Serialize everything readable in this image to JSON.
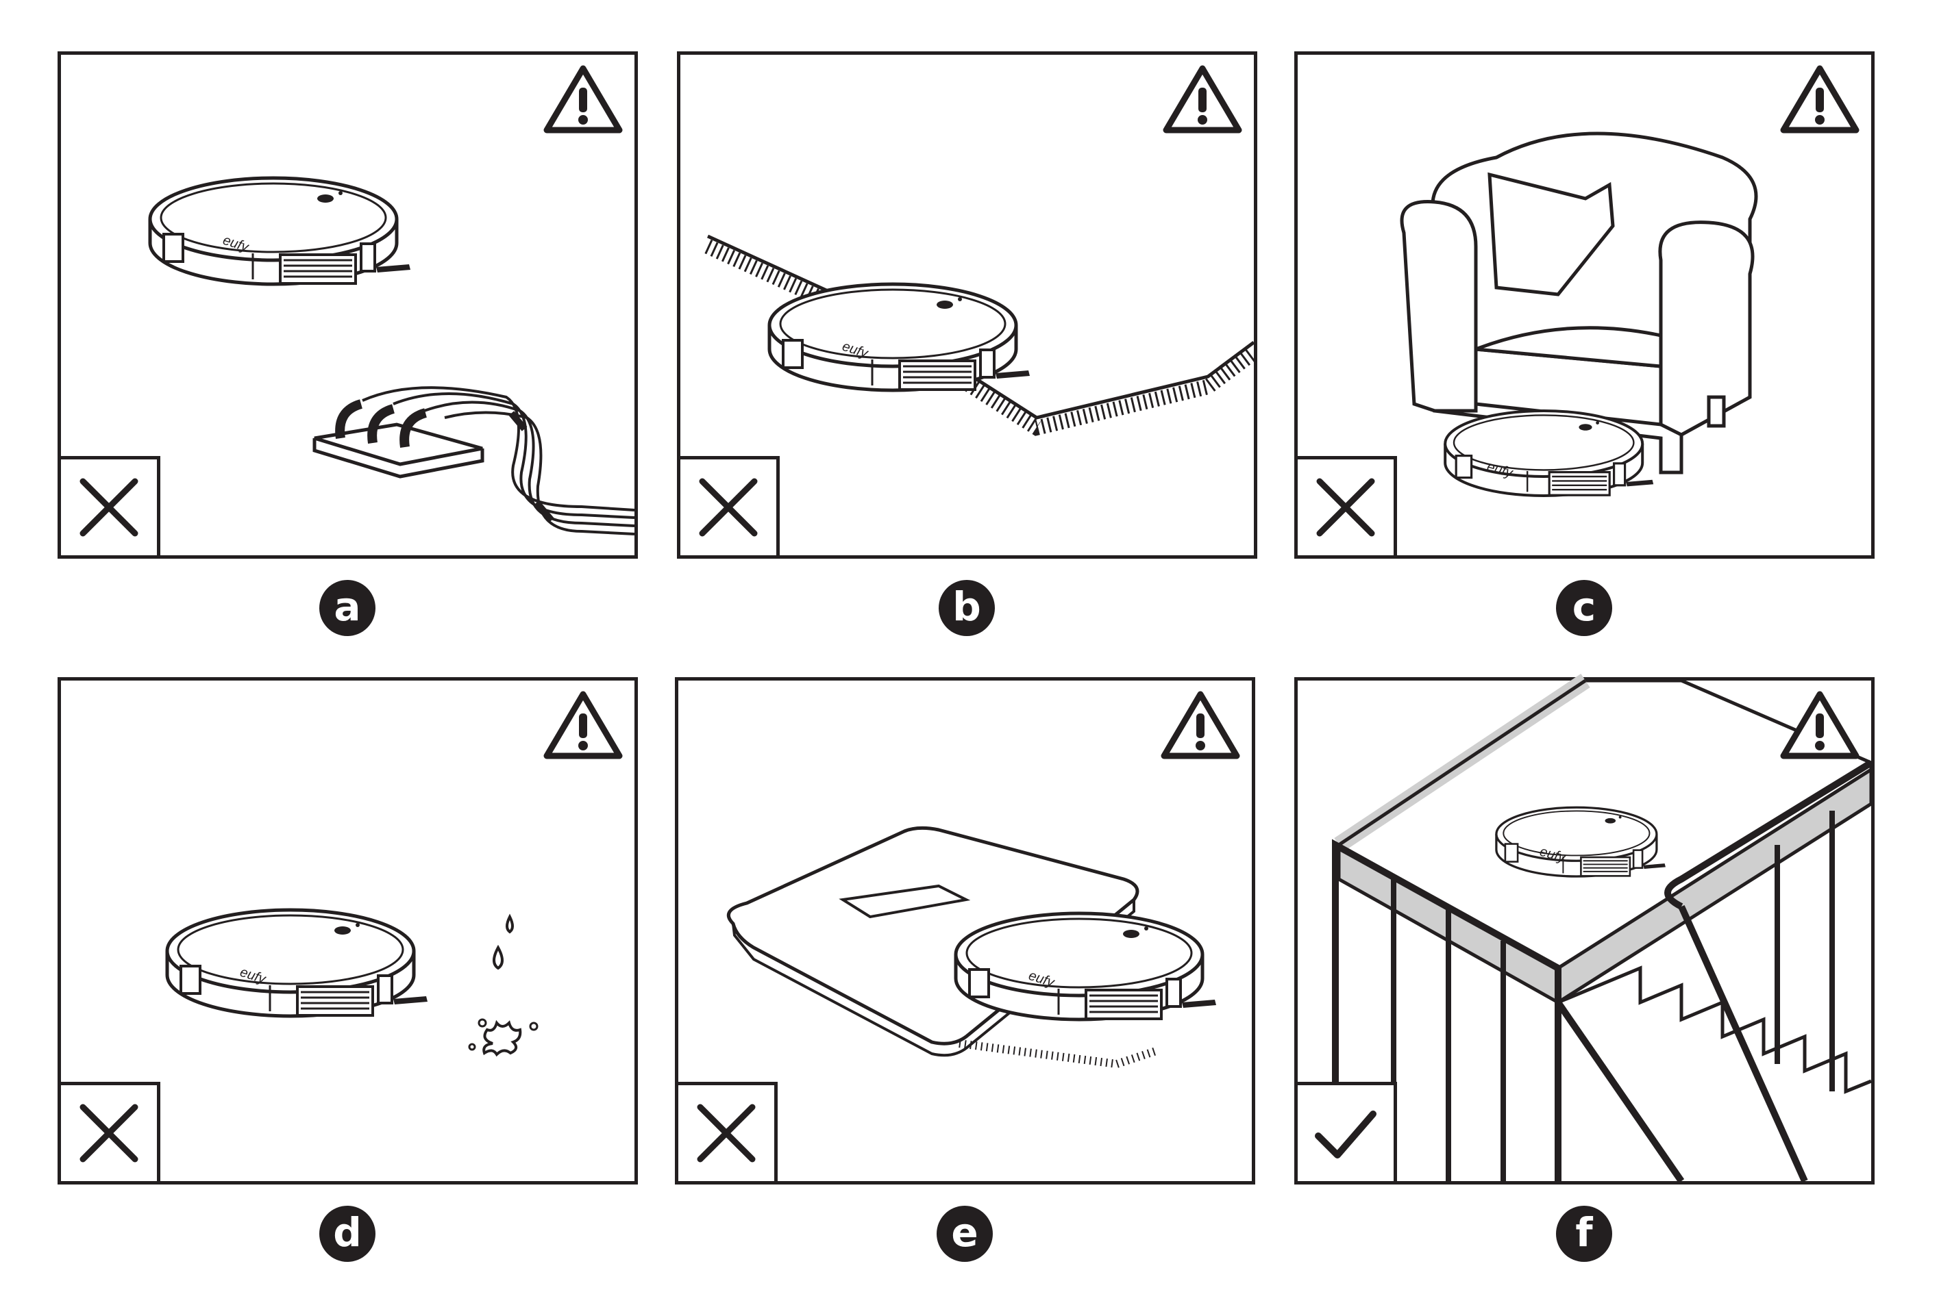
{
  "panels": [
    {
      "id": "a",
      "label": "a",
      "mark": "cross",
      "scene": "robot-near-power-strip-and-cables"
    },
    {
      "id": "b",
      "label": "b",
      "mark": "cross",
      "scene": "robot-on-rug-fringe"
    },
    {
      "id": "c",
      "label": "c",
      "mark": "cross",
      "scene": "robot-under-armchair"
    },
    {
      "id": "d",
      "label": "d",
      "mark": "cross",
      "scene": "robot-near-liquid-spill"
    },
    {
      "id": "e",
      "label": "e",
      "mark": "cross",
      "scene": "robot-under-floor-scale"
    },
    {
      "id": "f",
      "label": "f",
      "mark": "check",
      "scene": "robot-on-raised-platform-with-stairs"
    }
  ],
  "robot_brand": "eufy",
  "icons": {
    "warning": "warning-triangle-icon",
    "cross": "cross-icon",
    "check": "check-icon"
  },
  "colors": {
    "ink": "#231f20",
    "paper": "#ffffff",
    "gray_fill": "#cfcfcf"
  }
}
